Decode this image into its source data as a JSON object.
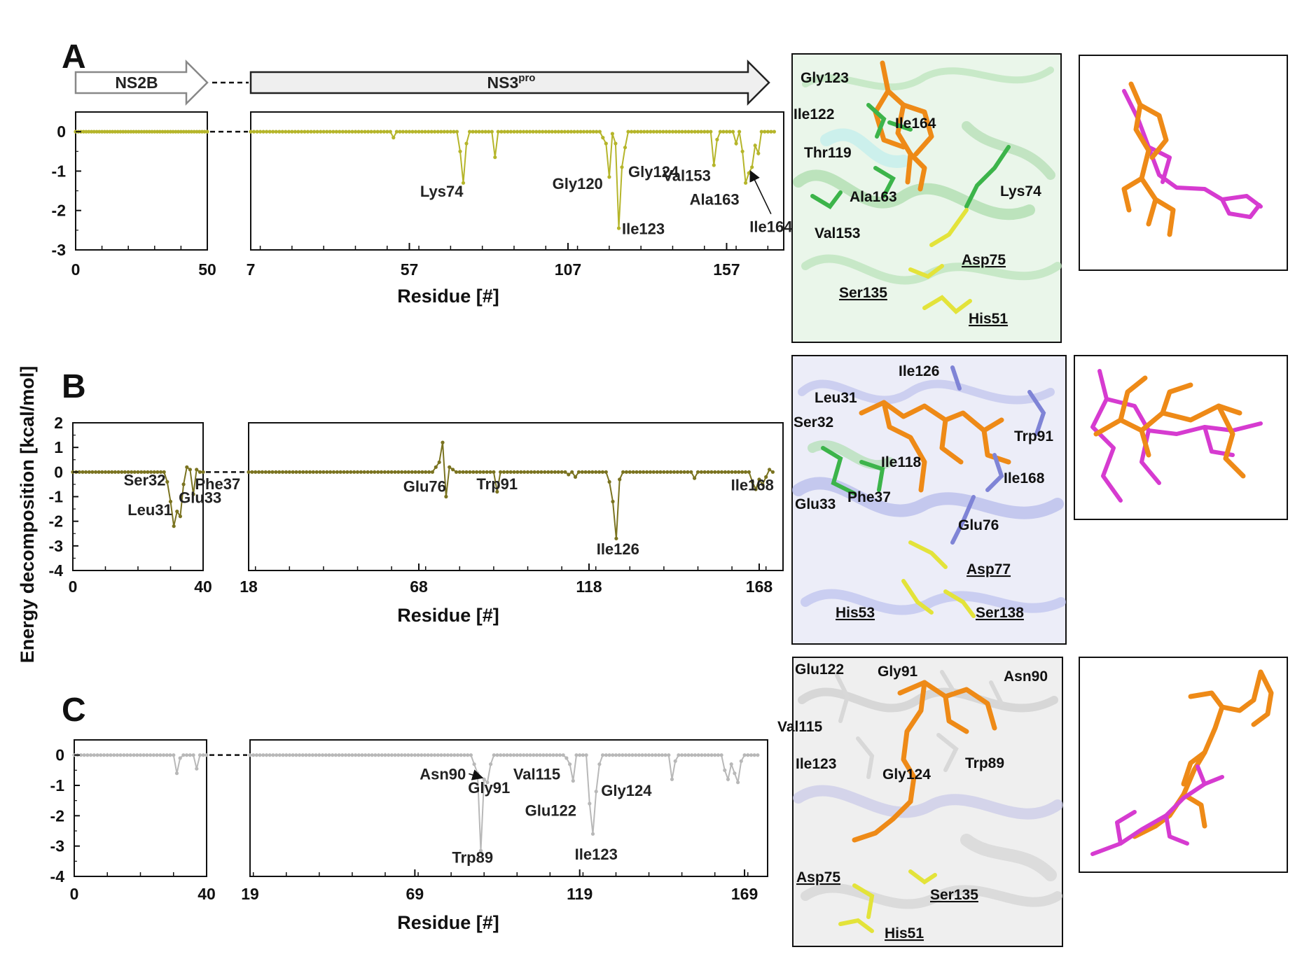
{
  "y_axis_title": "Energy decomposition [kcal/mol]",
  "x_axis_title": "Residue [#]",
  "domains": {
    "ns2b": "NS2B",
    "ns3_base": "NS3",
    "ns3_sup": "pro"
  },
  "colors": {
    "A": "#b5b52a",
    "B": "#7a7320",
    "C": "#b8b8b8",
    "ligand_orange": "#ee8a17",
    "ligand_magenta": "#d63bd0",
    "res_green": "#3cb44a",
    "res_blue": "#7f84d6",
    "res_yellow": "#e3e33a",
    "res_white": "#d8d8d8"
  },
  "chart_data": [
    {
      "panel": "A",
      "type": "line",
      "ylim": [
        -3,
        0.5
      ],
      "yticks": [
        0,
        -1,
        -2,
        -3
      ],
      "segments": [
        {
          "name": "NS2B",
          "xlim": [
            0,
            50
          ],
          "xticks": [
            0,
            50
          ],
          "dips": []
        },
        {
          "name": "NS3pro",
          "xlim": [
            7,
            175
          ],
          "xticks": [
            7,
            57,
            107,
            157
          ],
          "dips": [
            [
              52,
              -0.15
            ],
            [
              73,
              -0.5
            ],
            [
              74,
              -1.3
            ],
            [
              75,
              -0.3
            ],
            [
              84,
              -0.65
            ],
            [
              118,
              -0.15
            ],
            [
              119,
              -0.3
            ],
            [
              120,
              -1.15
            ],
            [
              121,
              -0.05
            ],
            [
              122,
              -0.3
            ],
            [
              123,
              -2.45
            ],
            [
              124,
              -0.9
            ],
            [
              125,
              -0.4
            ],
            [
              153,
              -0.85
            ],
            [
              154,
              -0.2
            ],
            [
              160,
              -0.3
            ],
            [
              162,
              -0.5
            ],
            [
              163,
              -1.3
            ],
            [
              164,
              -1.05
            ],
            [
              165,
              -0.9
            ],
            [
              166,
              -0.35
            ],
            [
              167,
              -0.55
            ]
          ]
        }
      ],
      "labels": [
        "Lys74",
        "Gly120",
        "Ile123",
        "Gly124",
        "Val153",
        "Ala163",
        "Ile164"
      ]
    },
    {
      "panel": "B",
      "type": "line",
      "ylim": [
        -4,
        2
      ],
      "yticks": [
        2,
        1,
        0,
        -1,
        -2,
        -3,
        -4
      ],
      "segments": [
        {
          "name": "NS2B",
          "xlim": [
            0,
            40
          ],
          "xticks": [
            0,
            40
          ],
          "dips": [
            [
              29,
              -0.4
            ],
            [
              30,
              -1.2
            ],
            [
              31,
              -2.2
            ],
            [
              32,
              -1.6
            ],
            [
              33,
              -1.8
            ],
            [
              34,
              -0.5
            ],
            [
              35,
              0.2
            ],
            [
              36,
              0.1
            ],
            [
              37,
              -0.9
            ],
            [
              38,
              0.1
            ]
          ]
        },
        {
          "name": "NS3pro",
          "xlim": [
            18,
            175
          ],
          "xticks": [
            18,
            68,
            118,
            168
          ],
          "dips": [
            [
              73,
              0.2
            ],
            [
              74,
              0.4
            ],
            [
              75,
              1.2
            ],
            [
              76,
              -1.0
            ],
            [
              77,
              0.2
            ],
            [
              78,
              0.1
            ],
            [
              91,
              -0.8
            ],
            [
              112,
              -0.1
            ],
            [
              114,
              -0.2
            ],
            [
              124,
              -0.4
            ],
            [
              125,
              -1.2
            ],
            [
              126,
              -2.7
            ],
            [
              127,
              -0.3
            ],
            [
              149,
              -0.25
            ],
            [
              166,
              -0.4
            ],
            [
              167,
              -0.7
            ],
            [
              168,
              -0.3
            ],
            [
              169,
              -0.5
            ],
            [
              170,
              -0.2
            ],
            [
              171,
              0.1
            ]
          ]
        }
      ],
      "labels": [
        "Ser32",
        "Leu31",
        "Glu33",
        "Phe37",
        "Glu76",
        "Trp91",
        "Ile126",
        "Ile168"
      ]
    },
    {
      "panel": "C",
      "type": "line",
      "ylim": [
        -4,
        0.5
      ],
      "yticks": [
        0,
        -1,
        -2,
        -3,
        -4
      ],
      "segments": [
        {
          "name": "NS2B",
          "xlim": [
            0,
            40
          ],
          "xticks": [
            0,
            40
          ],
          "dips": [
            [
              31,
              -0.6
            ],
            [
              32,
              -0.1
            ],
            [
              37,
              -0.45
            ]
          ]
        },
        {
          "name": "NS3pro",
          "xlim": [
            19,
            176
          ],
          "xticks": [
            19,
            69,
            119,
            169
          ],
          "dips": [
            [
              87,
              -0.3
            ],
            [
              88,
              -0.6
            ],
            [
              89,
              -3.15
            ],
            [
              90,
              -0.8
            ],
            [
              91,
              -0.9
            ],
            [
              92,
              -0.3
            ],
            [
              115,
              -0.1
            ],
            [
              116,
              -0.3
            ],
            [
              117,
              -0.85
            ],
            [
              122,
              -1.6
            ],
            [
              123,
              -2.6
            ],
            [
              124,
              -1.2
            ],
            [
              125,
              -0.3
            ],
            [
              147,
              -0.8
            ],
            [
              148,
              -0.2
            ],
            [
              163,
              -0.5
            ],
            [
              164,
              -0.8
            ],
            [
              165,
              -0.3
            ],
            [
              166,
              -0.6
            ],
            [
              167,
              -0.9
            ],
            [
              168,
              -0.2
            ]
          ]
        }
      ],
      "labels": [
        "Asn90",
        "Gly91",
        "Val115",
        "Trp89",
        "Glu122",
        "Gly124",
        "Ile123"
      ]
    }
  ],
  "structures": {
    "A": {
      "residues": [
        "Gly123",
        "Ile122",
        "Ile164",
        "Thr119",
        "Ala163",
        "Lys74",
        "Val153"
      ],
      "catalytic": [
        "Asp75",
        "Ser135",
        "His51"
      ]
    },
    "B": {
      "residues": [
        "Ile126",
        "Leu31",
        "Ser32",
        "Trp91",
        "Ile118",
        "Ile168",
        "Glu33",
        "Phe37",
        "Glu76"
      ],
      "catalytic": [
        "Asp77",
        "His53",
        "Ser138"
      ]
    },
    "C": {
      "residues": [
        "Glu122",
        "Gly91",
        "Asn90",
        "Val115",
        "Ile123",
        "Gly124",
        "Trp89"
      ],
      "catalytic": [
        "Asp75",
        "Ser135",
        "His51"
      ]
    }
  }
}
